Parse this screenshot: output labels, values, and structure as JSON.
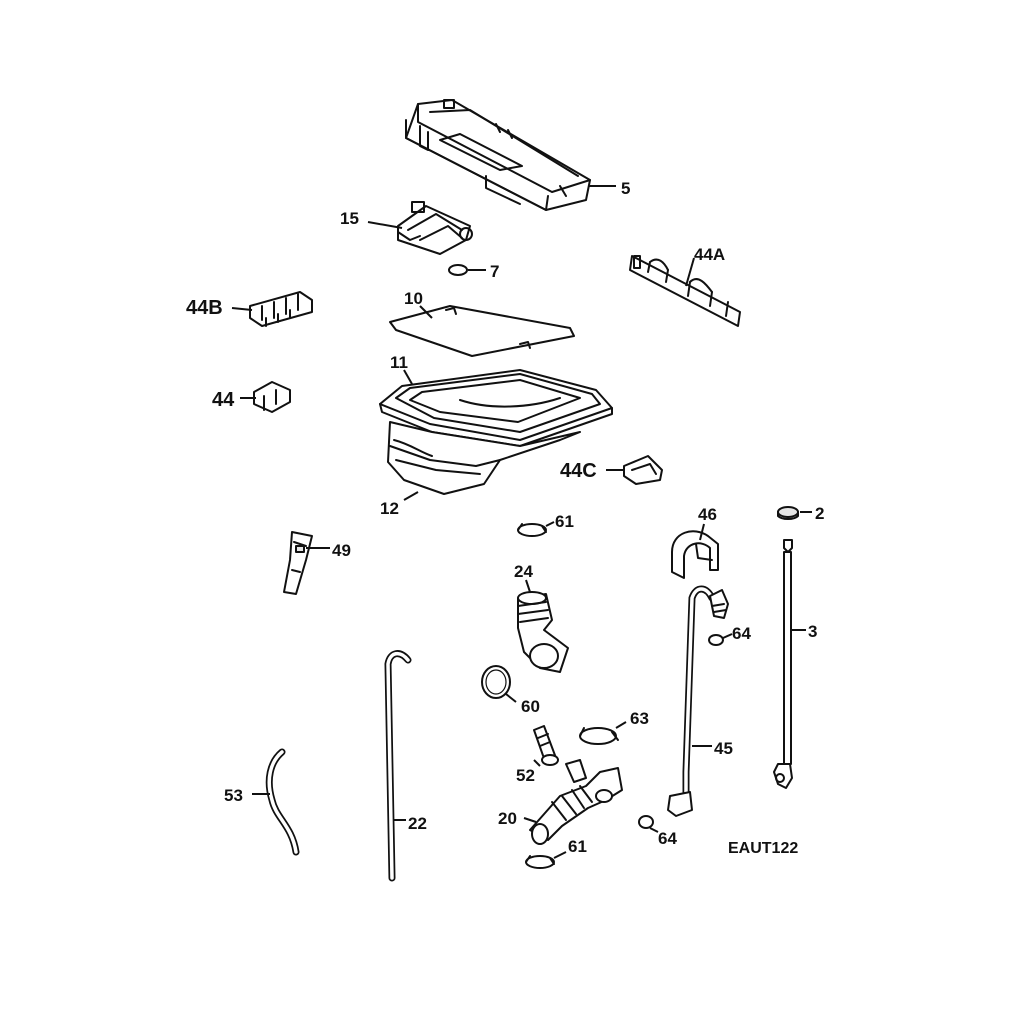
{
  "diagram": {
    "code": "EAUT122",
    "labels": {
      "p5": "5",
      "p15": "15",
      "p7": "7",
      "p44A": "44A",
      "p44B": "44B",
      "p10": "10",
      "p11": "11",
      "p44": "44",
      "p44C": "44C",
      "p12": "12",
      "p2": "2",
      "p61a": "61",
      "p46": "46",
      "p49": "49",
      "p24": "24",
      "p3": "3",
      "p64a": "64",
      "p60": "60",
      "p63": "63",
      "p45": "45",
      "p52": "52",
      "p53": "53",
      "p20": "20",
      "p22": "22",
      "p64b": "64",
      "p61b": "61"
    }
  }
}
